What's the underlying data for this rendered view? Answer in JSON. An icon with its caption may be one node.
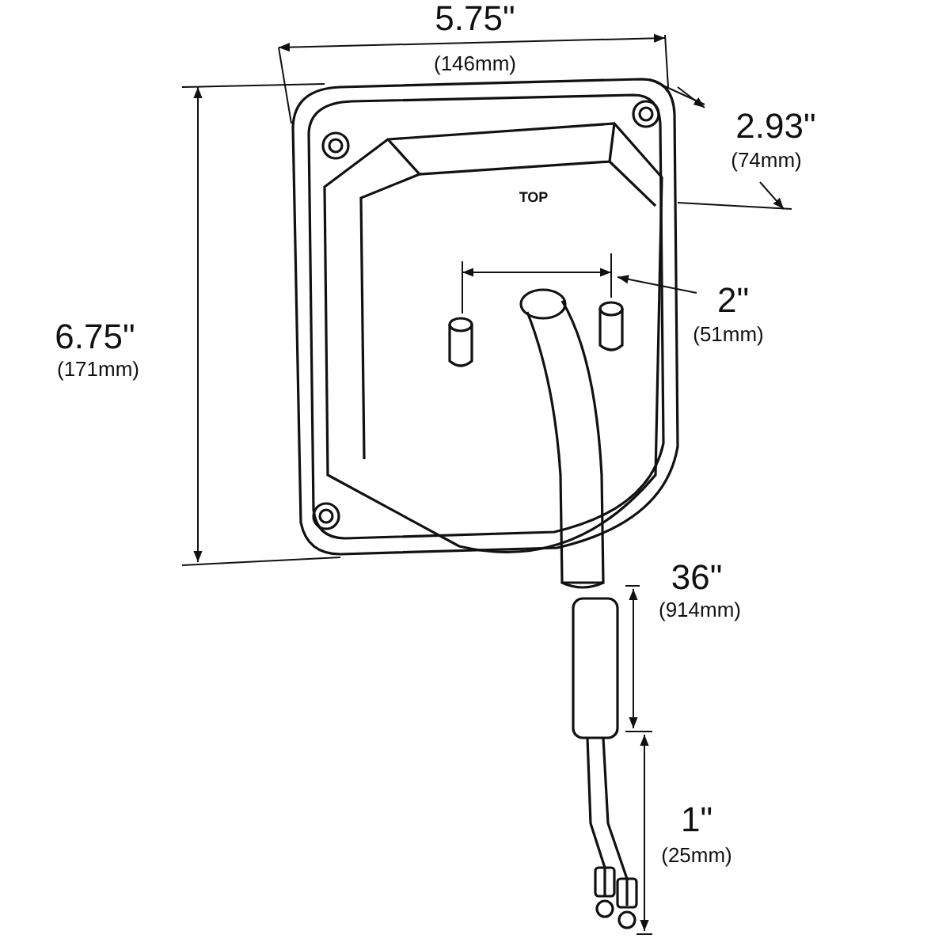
{
  "diagram": {
    "labels": [
      "5.75\"",
      "(146mm)",
      "2.93\"",
      "(74mm)",
      "TOP",
      "6.75\"",
      "(171mm)",
      "2\"",
      "(51mm)",
      "36\"",
      "(914mm)",
      "1\"",
      "(25mm)"
    ]
  }
}
